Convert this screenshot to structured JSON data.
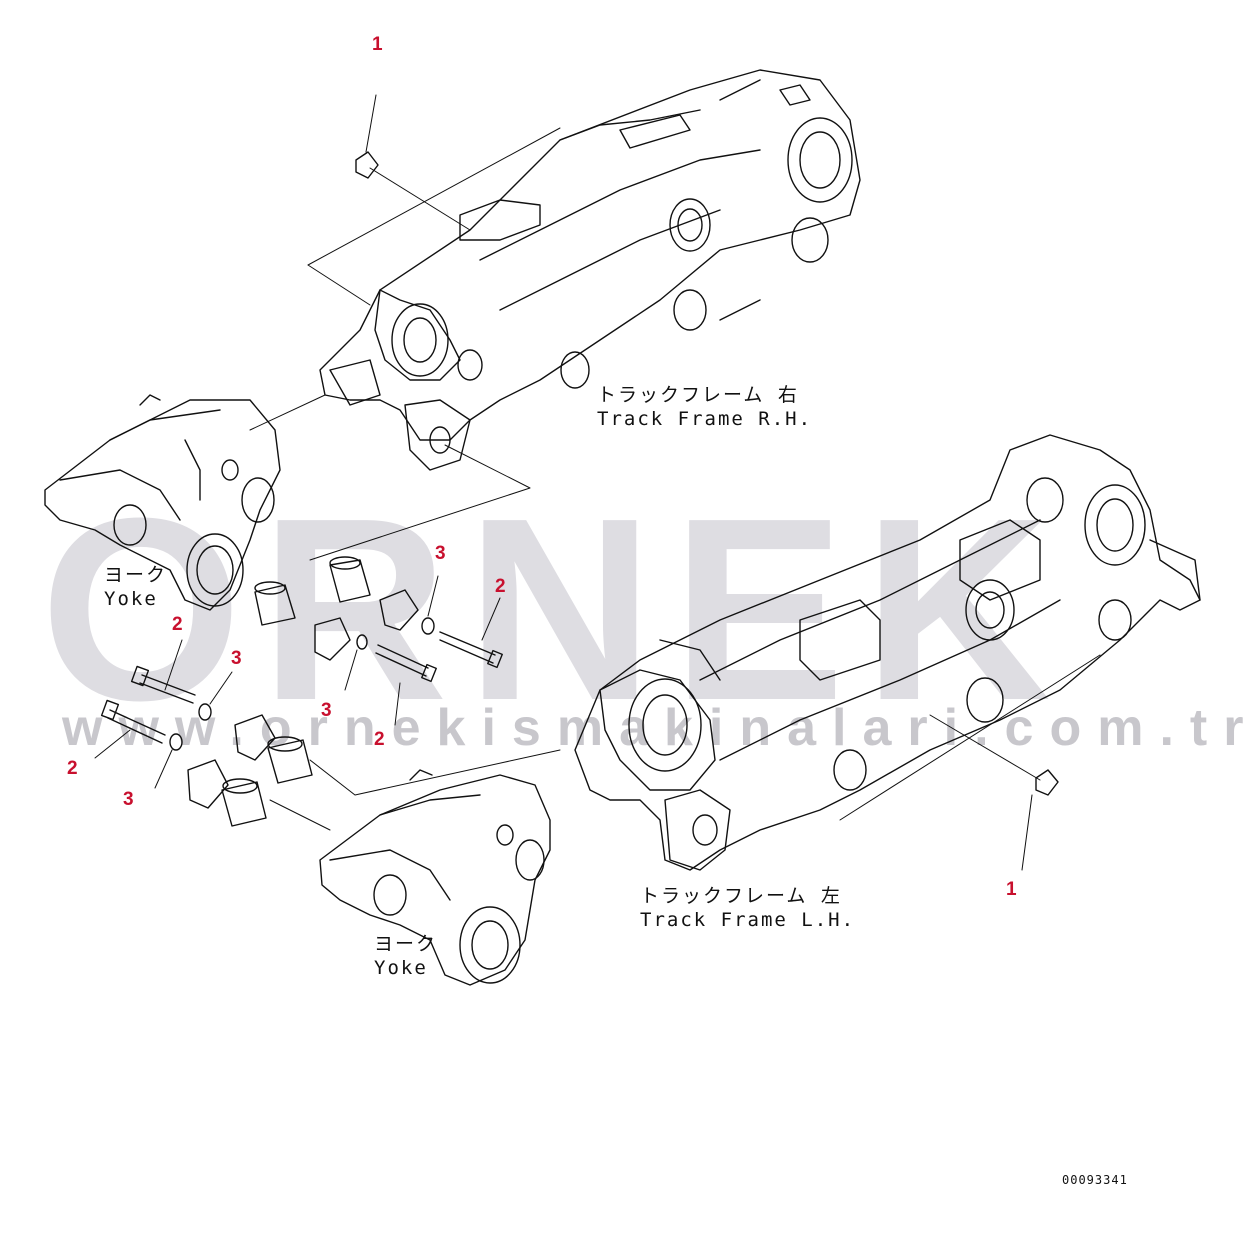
{
  "watermark": {
    "brand": "ORNEK",
    "url": "www.ornekismakinalari.com.tr"
  },
  "labels": {
    "track_frame_rh": {
      "jp": "トラックフレーム 右",
      "en": "Track Frame R.H."
    },
    "track_frame_lh": {
      "jp": "トラックフレーム 左",
      "en": "Track Frame L.H."
    },
    "yoke_upper": {
      "jp": "ヨーク",
      "en": "Yoke"
    },
    "yoke_lower": {
      "jp": "ヨーク",
      "en": "Yoke"
    }
  },
  "callouts": {
    "c1_top": "1",
    "c1_right": "1",
    "c2_a": "2",
    "c2_b": "2",
    "c2_c": "2",
    "c2_d": "2",
    "c3_a": "3",
    "c3_b": "3",
    "c3_c": "3",
    "c3_d": "3"
  },
  "drawing_number": "00093341",
  "colors": {
    "callout": "#c8102e",
    "watermark": "#dedde2",
    "line": "#111111"
  }
}
